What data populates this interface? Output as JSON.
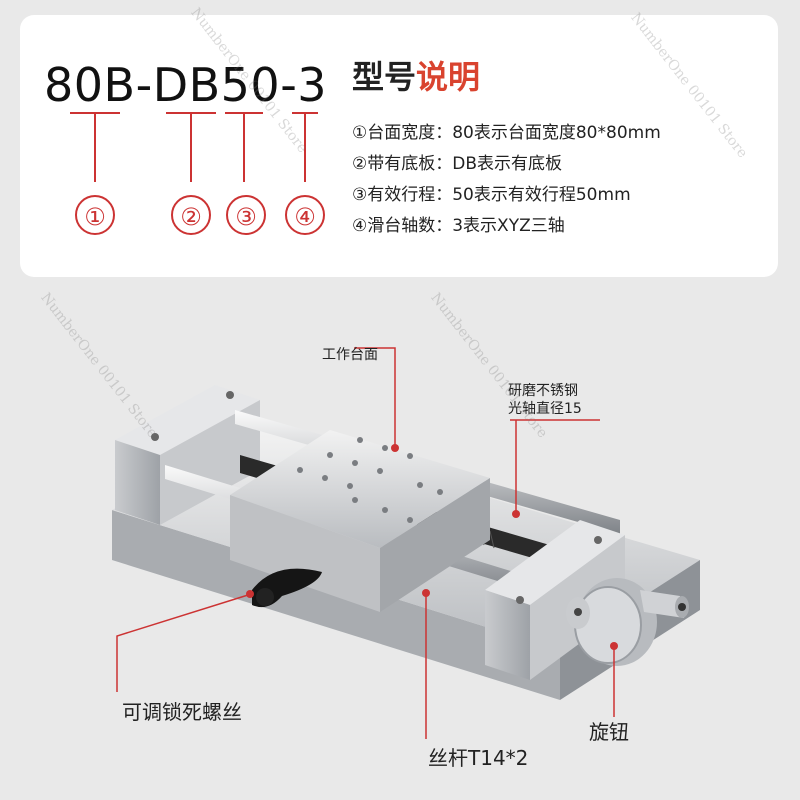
{
  "model": {
    "code": "80B-DB50-3",
    "numbers": [
      "①",
      "②",
      "③",
      "④"
    ]
  },
  "description": {
    "title_part1": "型号",
    "title_part2": "说明",
    "items": [
      "①台面宽度：80表示台面宽度80*80mm",
      "②带有底板：DB表示有底板",
      "③有效行程：50表示有效行程50mm",
      "④滑台轴数：3表示XYZ三轴"
    ]
  },
  "callouts": {
    "work_table": "工作台面",
    "shaft_line1": "研磨不锈钢",
    "shaft_line2": "光轴直径15",
    "lock_screw": "可调锁死螺丝",
    "lead_screw": "丝杆T14*2",
    "knob": "旋钮"
  },
  "watermark": "NumberOne 00101 Store",
  "colors": {
    "accent": "#cc3333",
    "title_accent": "#d9432f"
  }
}
